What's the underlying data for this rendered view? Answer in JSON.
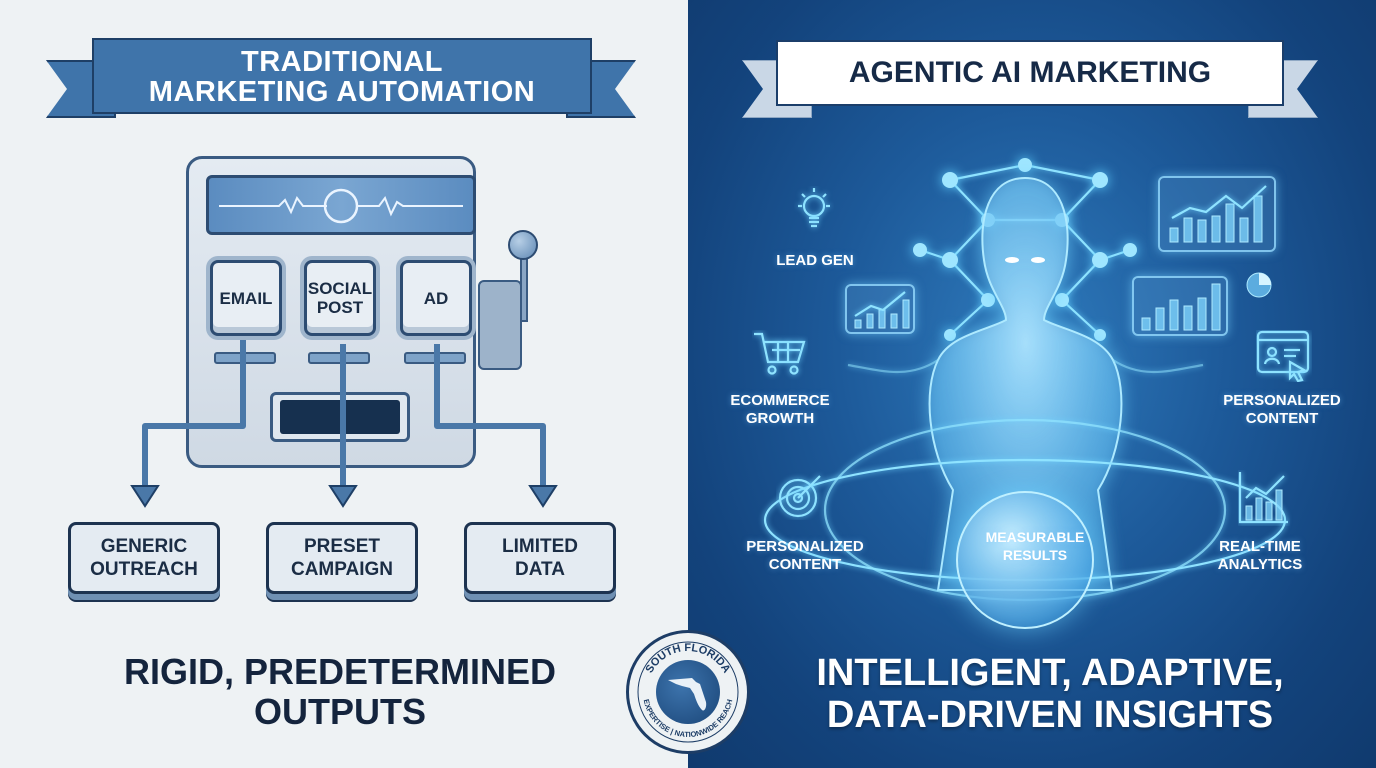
{
  "left_panel": {
    "banner_title_line1": "TRADITIONAL",
    "banner_title_line2": "MARKETING AUTOMATION",
    "machine_buttons": [
      {
        "label_line1": "EMAIL",
        "label_line2": ""
      },
      {
        "label_line1": "SOCIAL",
        "label_line2": "POST"
      },
      {
        "label_line1": "AD",
        "label_line2": ""
      }
    ],
    "outputs": [
      {
        "line1": "GENERIC",
        "line2": "OUTREACH"
      },
      {
        "line1": "PRESET",
        "line2": "CAMPAIGN"
      },
      {
        "line1": "LIMITED",
        "line2": "DATA"
      }
    ],
    "caption_line1": "RIGID, PREDETERMINED",
    "caption_line2": "OUTPUTS",
    "colors": {
      "background": "#eef2f4",
      "banner": "#3f74aa",
      "outline": "#1e3f66",
      "text": "#14243d"
    }
  },
  "right_panel": {
    "banner_title": "AGENTIC AI MARKETING",
    "features": [
      {
        "icon": "lightbulb-icon",
        "line1": "LEAD GEN",
        "line2": ""
      },
      {
        "icon": "shopping-cart-icon",
        "line1": "ECOMMERCE",
        "line2": "GROWTH"
      },
      {
        "icon": "target-icon",
        "line1": "PERSONALIZED",
        "line2": "CONTENT"
      },
      {
        "icon": "globe-icon",
        "line1": "MEASURABLE",
        "line2": "RESULTS"
      },
      {
        "icon": "profile-window-icon",
        "line1": "PERSONALIZED",
        "line2": "CONTENT"
      },
      {
        "icon": "analytics-chart-icon",
        "line1": "REAL-TIME",
        "line2": "ANALYTICS"
      }
    ],
    "caption_line1": "INTELLIGENT, ADAPTIVE,",
    "caption_line2": "DATA-DRIVEN INSIGHTS",
    "colors": {
      "background": "#13437c",
      "glow": "#8fe3ff",
      "banner": "#ffffff",
      "text": "#ffffff"
    }
  },
  "badge": {
    "top_text": "SOUTH FLORIDA",
    "bottom_text": "EXPERTISE | NATIONWIDE REACH",
    "icon": "florida-map-icon"
  }
}
